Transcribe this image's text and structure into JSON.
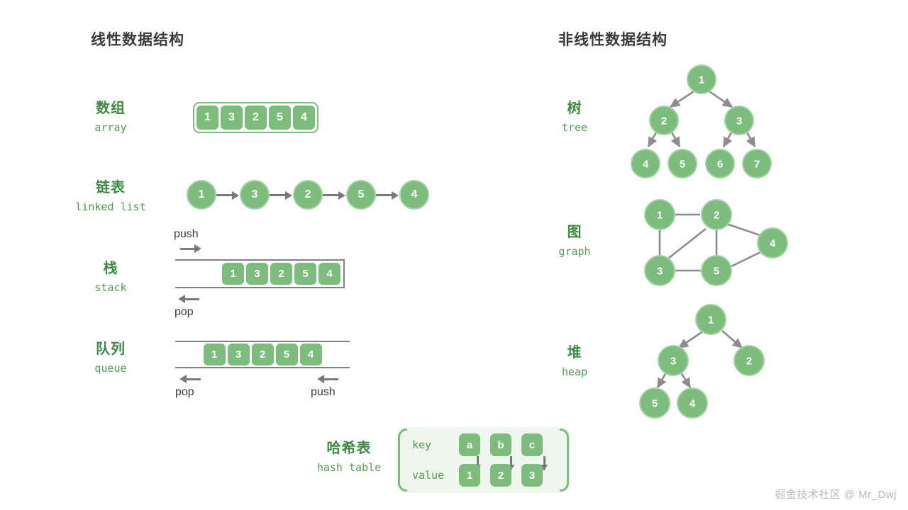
{
  "headings": {
    "linear": "线性数据结构",
    "nonlinear": "非线性数据结构"
  },
  "colors": {
    "cell_green": "#7cbd7e",
    "label_green": "#3d8b40",
    "label_green_light": "#4f9e52",
    "arrow_gray": "#8c8c8c",
    "panel_bg": "#eef6ee",
    "heading_gray": "#3a3a3a",
    "watermark_gray": "#b9b9b9"
  },
  "linear": {
    "array": {
      "label_cn": "数组",
      "label_en": "array",
      "values": [
        "1",
        "3",
        "2",
        "5",
        "4"
      ]
    },
    "linked_list": {
      "label_cn": "链表",
      "label_en": "linked list",
      "values": [
        "1",
        "3",
        "2",
        "5",
        "4"
      ]
    },
    "stack": {
      "label_cn": "栈",
      "label_en": "stack",
      "values": [
        "1",
        "3",
        "2",
        "5",
        "4"
      ],
      "push_label": "push",
      "pop_label": "pop"
    },
    "queue": {
      "label_cn": "队列",
      "label_en": "queue",
      "values": [
        "1",
        "3",
        "2",
        "5",
        "4"
      ],
      "pop_label": "pop",
      "push_label": "push"
    },
    "hash_table": {
      "label_cn": "哈希表",
      "label_en": "hash table",
      "key_row_label": "key",
      "value_row_label": "value",
      "keys": [
        "a",
        "b",
        "c"
      ],
      "values": [
        "1",
        "2",
        "3"
      ]
    }
  },
  "nonlinear": {
    "tree": {
      "label_cn": "树",
      "label_en": "tree",
      "nodes": [
        "1",
        "2",
        "3",
        "4",
        "5",
        "6",
        "7"
      ],
      "edges": [
        [
          0,
          1
        ],
        [
          0,
          2
        ],
        [
          1,
          3
        ],
        [
          1,
          4
        ],
        [
          2,
          5
        ],
        [
          2,
          6
        ]
      ],
      "directed": true
    },
    "graph": {
      "label_cn": "图",
      "label_en": "graph",
      "nodes": [
        "1",
        "2",
        "3",
        "4",
        "5"
      ],
      "edges": [
        [
          0,
          1
        ],
        [
          0,
          2
        ],
        [
          1,
          2
        ],
        [
          1,
          3
        ],
        [
          1,
          4
        ],
        [
          2,
          4
        ],
        [
          3,
          4
        ]
      ],
      "directed": false
    },
    "heap": {
      "label_cn": "堆",
      "label_en": "heap",
      "nodes": [
        "1",
        "3",
        "2",
        "5",
        "4"
      ],
      "edges": [
        [
          0,
          1
        ],
        [
          0,
          2
        ],
        [
          1,
          3
        ],
        [
          1,
          4
        ]
      ],
      "directed": true
    }
  },
  "watermark": "掘金技术社区 @ Mr_Dwj"
}
